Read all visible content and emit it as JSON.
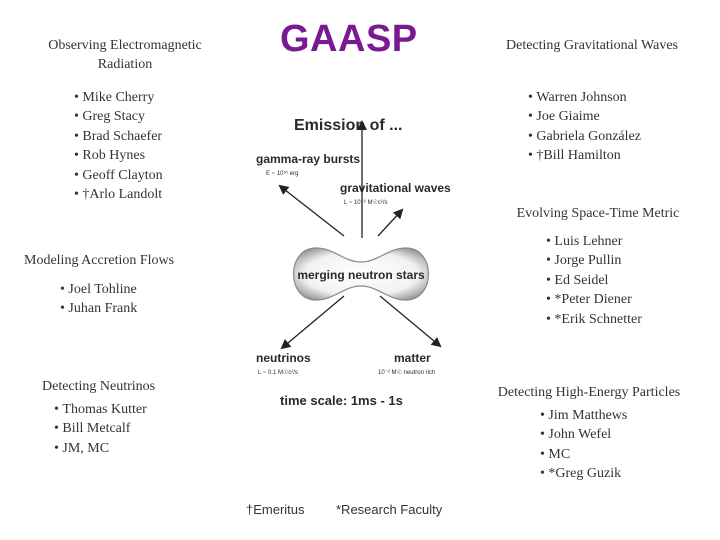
{
  "title": "GAASP",
  "sections": {
    "em": {
      "heading": "Observing Electromagnetic Radiation",
      "items": [
        "Mike Cherry",
        "Greg Stacy",
        "Brad Schaefer",
        "Rob Hynes",
        "Geoff Clayton",
        "†Arlo Landolt"
      ]
    },
    "gw": {
      "heading": "Detecting Gravitational Waves",
      "items": [
        "Warren Johnson",
        "Joe Giaime",
        "Gabriela González",
        "†Bill Hamilton"
      ]
    },
    "spacetime": {
      "heading": "Evolving Space-Time Metric",
      "items": [
        "Luis Lehner",
        "Jorge Pullin",
        "Ed Seidel",
        "*Peter Diener",
        "*Erik Schnetter"
      ]
    },
    "accretion": {
      "heading": "Modeling Accretion Flows",
      "items": [
        "Joel Tohline",
        "Juhan Frank"
      ]
    },
    "neutrinos": {
      "heading": "Detecting Neutrinos",
      "items": [
        "Thomas Kutter",
        "Bill Metcalf",
        "JM, MC"
      ]
    },
    "highenergy": {
      "heading": "Detecting High-Energy Particles",
      "items": [
        "Jim Matthews",
        "John Wefel",
        "MC",
        "*Greg Guzik"
      ]
    }
  },
  "diagram": {
    "title": "Emission of ...",
    "center": "merging neutron stars",
    "grb": {
      "label": "gamma-ray bursts",
      "sub": "E ~ 10⁵¹ erg"
    },
    "gw": {
      "label": "gravitational waves",
      "sub": "L ~ 10⁻² M☉c²/s"
    },
    "neutrinos": {
      "label": "neutrinos",
      "sub": "L ~ 0.1 M☉c²/s"
    },
    "matter": {
      "label": "matter",
      "sub": "10⁻² M☉ neutron rich"
    },
    "timescale": "time scale: 1ms - 1s"
  },
  "footnotes": {
    "emeritus": "†Emeritus",
    "research": "*Research Faculty"
  }
}
